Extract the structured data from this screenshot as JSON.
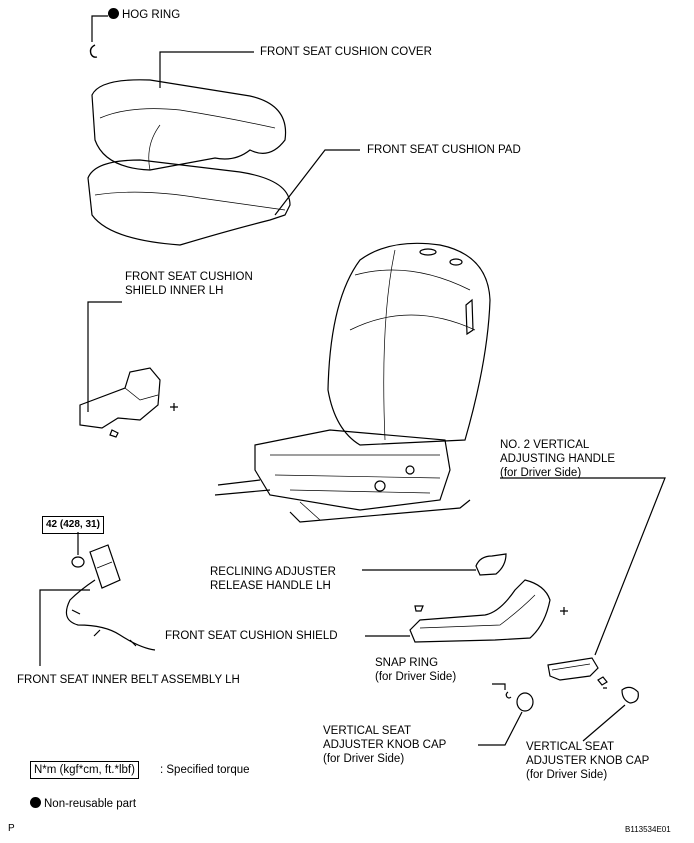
{
  "labels": {
    "hog_ring": "HOG RING",
    "cushion_cover": "FRONT SEAT CUSHION COVER",
    "cushion_pad": "FRONT SEAT CUSHION PAD",
    "shield_inner_1": "FRONT SEAT CUSHION",
    "shield_inner_2": "SHIELD INNER LH",
    "vert_handle_1": "NO. 2 VERTICAL",
    "vert_handle_2": "ADJUSTING HANDLE",
    "vert_handle_3": "(for Driver Side)",
    "torque_value": "42 (428, 31)",
    "reclining_1": "RECLINING ADJUSTER",
    "reclining_2": "RELEASE HANDLE LH",
    "cushion_shield": "FRONT SEAT CUSHION SHIELD",
    "inner_belt": "FRONT SEAT INNER BELT ASSEMBLY LH",
    "snap_ring_1": "SNAP RING",
    "snap_ring_2": "(for Driver Side)",
    "knob_cap_left_1": "VERTICAL SEAT",
    "knob_cap_left_2": "ADJUSTER KNOB CAP",
    "knob_cap_left_3": "(for Driver Side)",
    "knob_cap_right_1": "VERTICAL SEAT",
    "knob_cap_right_2": "ADJUSTER KNOB CAP",
    "knob_cap_right_3": "(for Driver Side)"
  },
  "legend": {
    "torque_unit": "N*m (kgf*cm, ft.*lbf)",
    "torque_desc": ": Specified torque",
    "non_reusable": "Non-reusable part"
  },
  "footer": {
    "corner": "P",
    "figure_id": "B113534E01"
  }
}
